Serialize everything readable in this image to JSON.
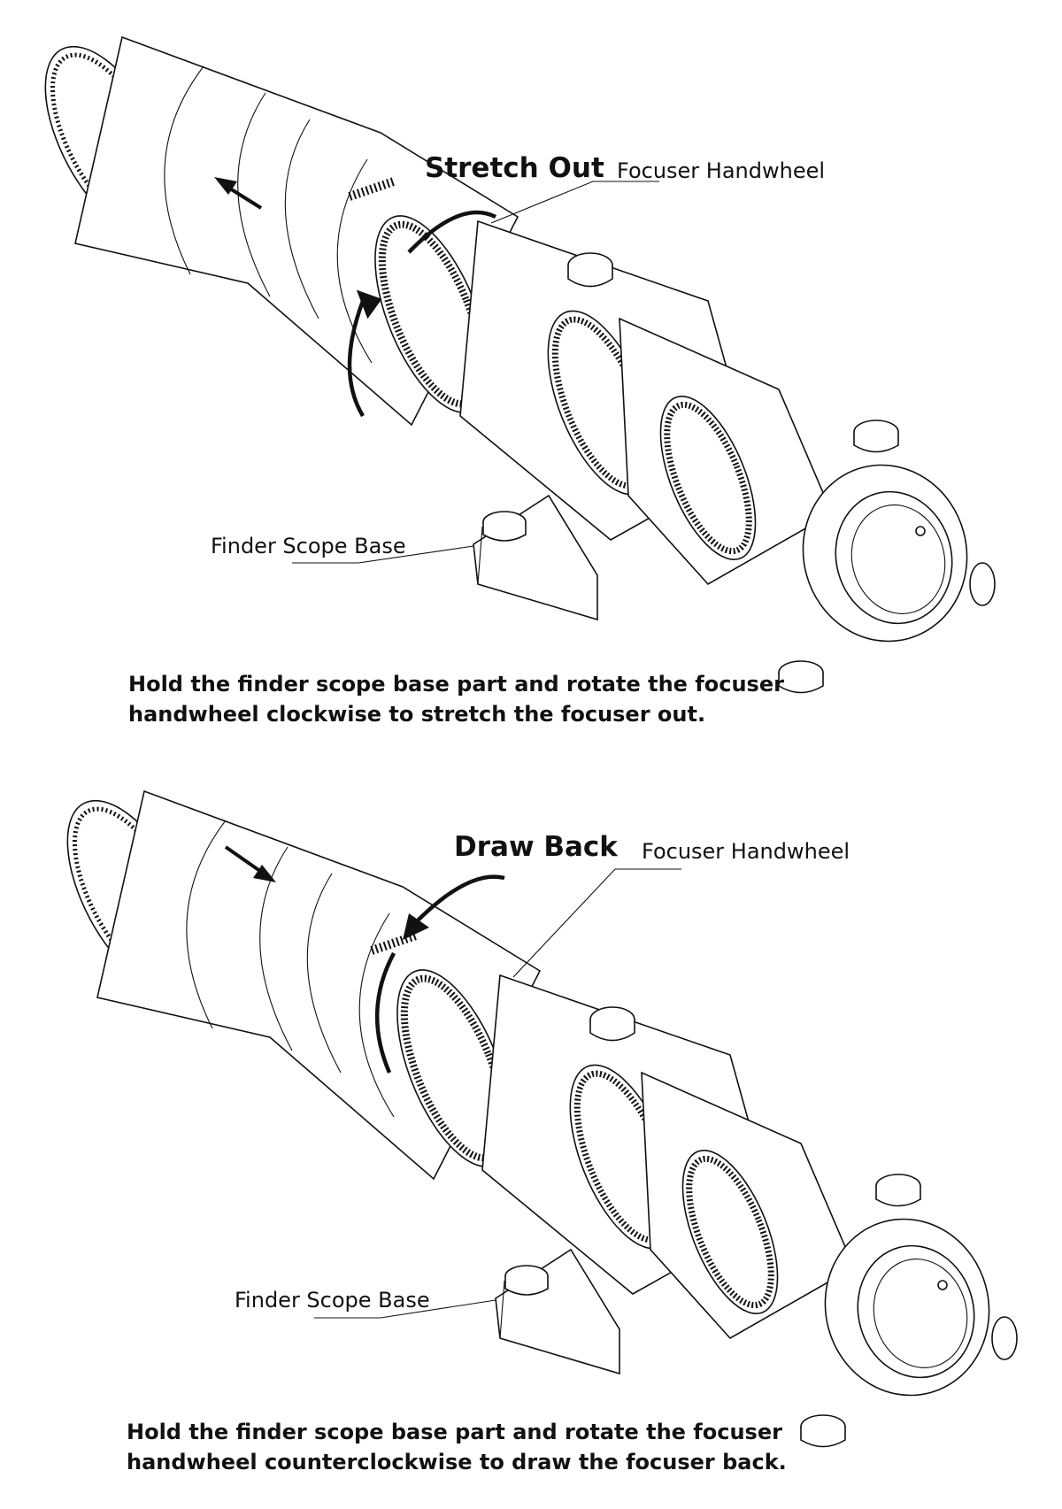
{
  "top": {
    "title": "Stretch Out",
    "handwheel_label": "Focuser Handwheel",
    "base_label": "Finder Scope Base",
    "caption_line1": "Hold the finder scope base part and rotate the focuser",
    "caption_line2": "handwheel clockwise to stretch the focuser out.",
    "rotation": "clockwise-arrow-icon",
    "direction": "arrow-up-left-icon"
  },
  "bottom": {
    "title": "Draw Back",
    "handwheel_label": "Focuser Handwheel",
    "base_label": "Finder Scope Base",
    "caption_line1": "Hold the finder scope base part and rotate the focuser",
    "caption_line2": "handwheel counterclockwise to draw the focuser back.",
    "rotation": "counterclockwise-arrow-icon",
    "direction": "arrow-down-right-icon"
  },
  "colors": {
    "line": "#111111",
    "background": "#ffffff"
  }
}
